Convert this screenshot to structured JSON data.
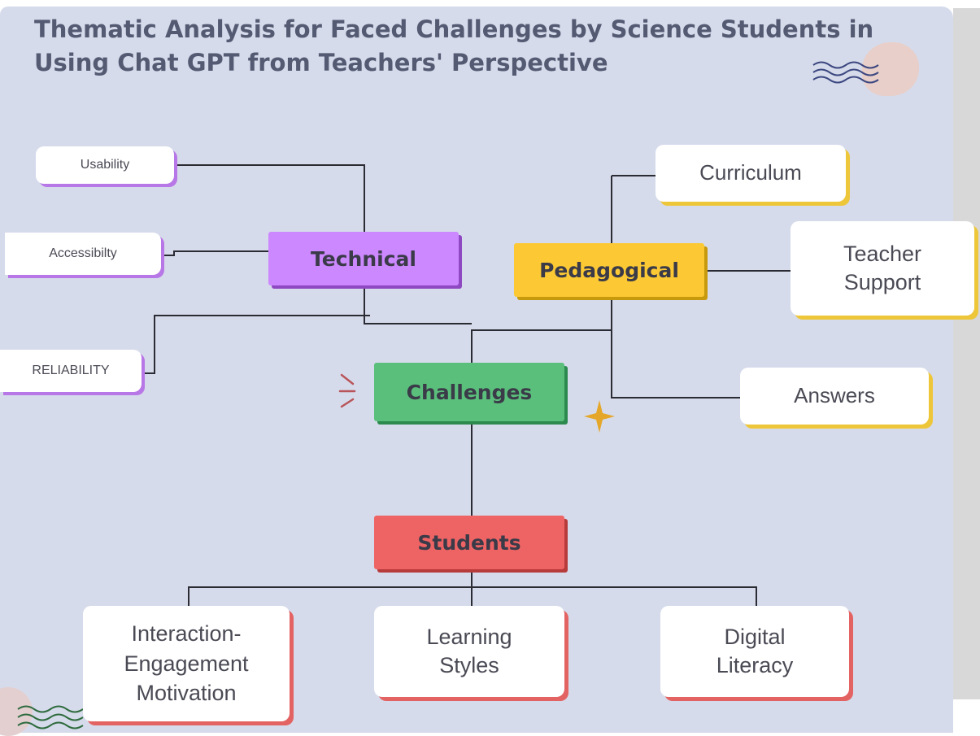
{
  "title": "Thematic Analysis for Faced Challenges by Science Students in Using Chat GPT from Teachers' Perspective",
  "nodes": {
    "challenges": "Challenges",
    "technical": "Technical",
    "pedagogical": "Pedagogical",
    "students": "Students"
  },
  "technical_leaves": {
    "usability": "Usability",
    "accessibility": "Accessibilty",
    "reliability": "RELIABILITY"
  },
  "pedagogical_leaves": {
    "curriculum": "Curriculum",
    "teacher_support_line1": "Teacher",
    "teacher_support_line2": "Support",
    "answers": "Answers"
  },
  "student_leaves": {
    "interaction_line1": "Interaction-",
    "interaction_line2": "Engagement",
    "interaction_line3": "Motivation",
    "learning_line1": "Learning",
    "learning_line2": "Styles",
    "digital_line1": "Digital",
    "digital_line2": "Literacy"
  },
  "colors": {
    "background": "#d6dbeb",
    "technical": "#cc88ff",
    "pedagogical": "#fcc934",
    "challenges": "#5bbf7c",
    "students": "#ee6464",
    "connector": "#2b2b33",
    "title": "#535a72"
  },
  "decorations": [
    "wave-icon",
    "sparkle-icon",
    "burst-icon",
    "blob-shape"
  ]
}
